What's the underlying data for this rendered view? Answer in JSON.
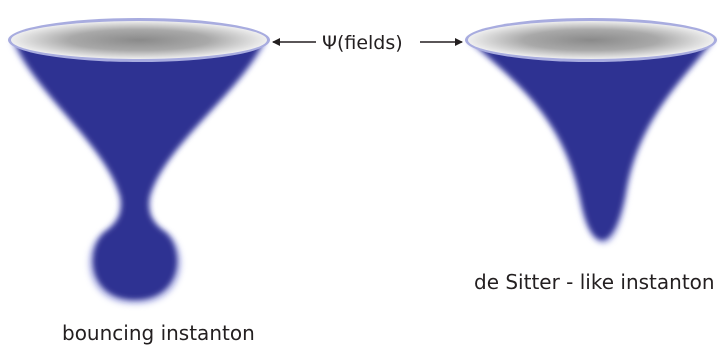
{
  "labels": {
    "field": "Ψ(fields)",
    "left": "bouncing instanton",
    "right": "de Sitter - like instanton"
  },
  "colors": {
    "body": "#2e3192",
    "body_edge": "#c7caf0",
    "top_outer": "#efefef",
    "top_inner": "#8a8a8a",
    "rim": "#a8acdf",
    "text": "#231f20"
  }
}
